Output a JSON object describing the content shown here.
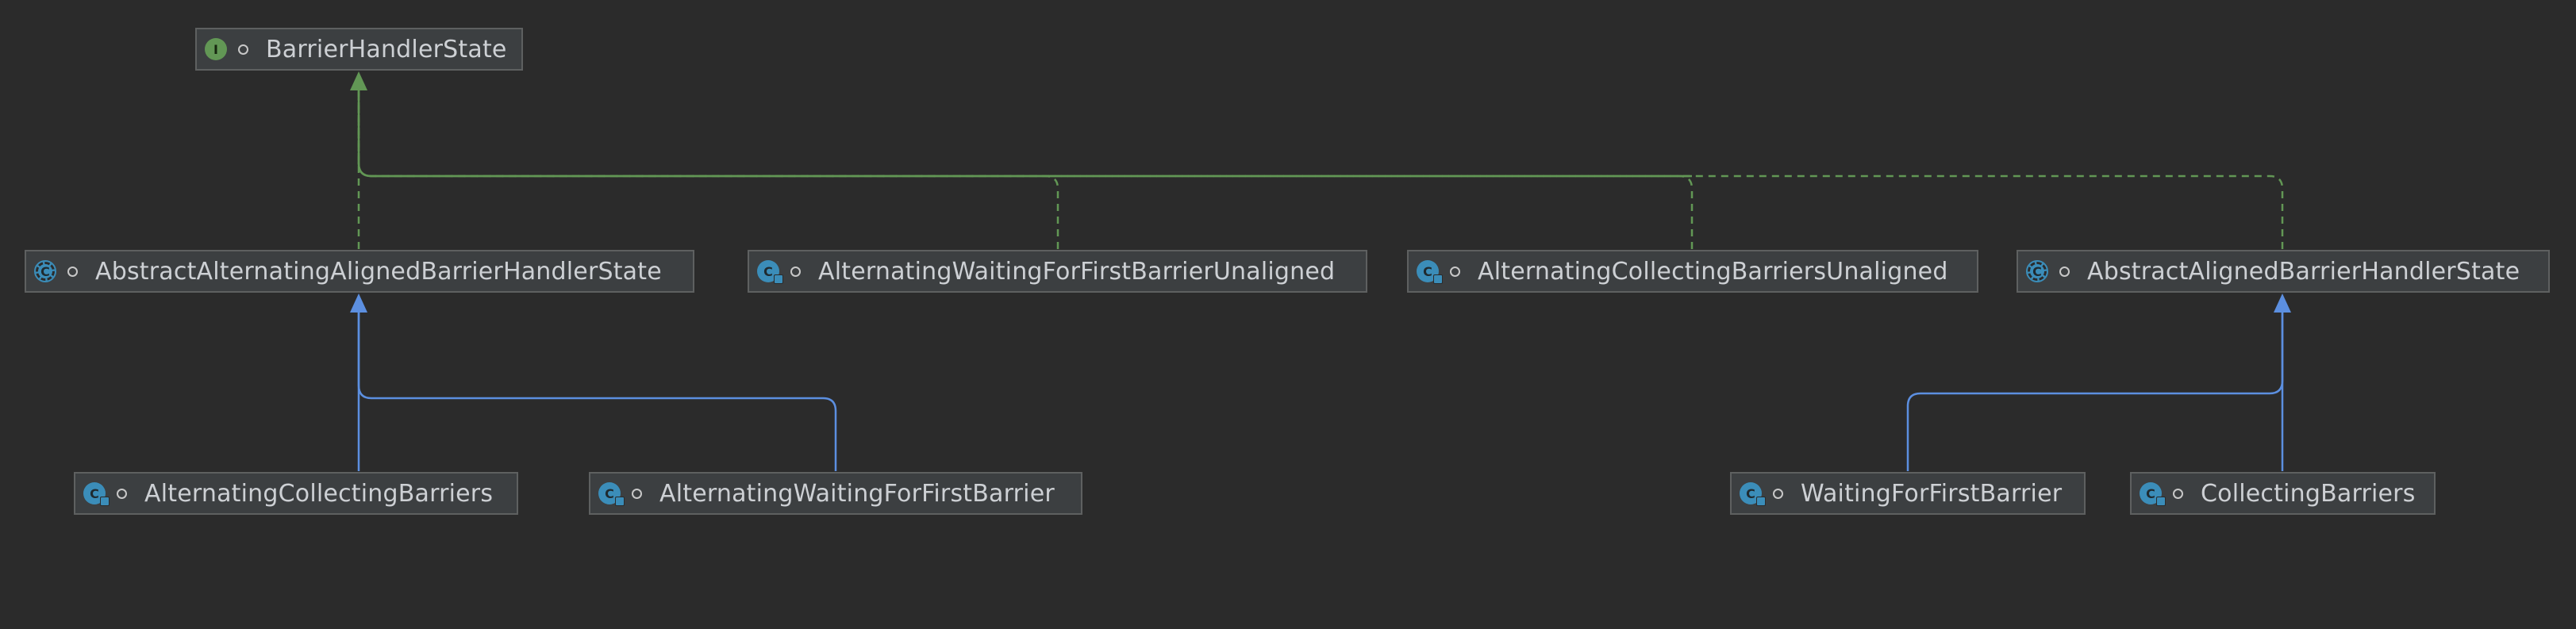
{
  "diagram": {
    "nodes": [
      {
        "id": "BarrierHandlerState",
        "label": "BarrierHandlerState",
        "kind": "interface",
        "icon": "interface-icon",
        "visibility": "package-private"
      },
      {
        "id": "AbstractAlternatingAlignedBarrierHandlerState",
        "label": "AbstractAlternatingAlignedBarrierHandlerState",
        "kind": "abstract-class",
        "icon": "abstract-class-icon",
        "visibility": "package-private"
      },
      {
        "id": "AlternatingWaitingForFirstBarrierUnaligned",
        "label": "AlternatingWaitingForFirstBarrierUnaligned",
        "kind": "class",
        "icon": "class-icon",
        "visibility": "package-private"
      },
      {
        "id": "AlternatingCollectingBarriersUnaligned",
        "label": "AlternatingCollectingBarriersUnaligned",
        "kind": "class",
        "icon": "class-icon",
        "visibility": "package-private"
      },
      {
        "id": "AbstractAlignedBarrierHandlerState",
        "label": "AbstractAlignedBarrierHandlerState",
        "kind": "abstract-class",
        "icon": "abstract-class-icon",
        "visibility": "package-private"
      },
      {
        "id": "AlternatingCollectingBarriers",
        "label": "AlternatingCollectingBarriers",
        "kind": "class",
        "icon": "class-icon",
        "visibility": "package-private"
      },
      {
        "id": "AlternatingWaitingForFirstBarrier",
        "label": "AlternatingWaitingForFirstBarrier",
        "kind": "class",
        "icon": "class-icon",
        "visibility": "package-private"
      },
      {
        "id": "WaitingForFirstBarrier",
        "label": "WaitingForFirstBarrier",
        "kind": "class",
        "icon": "class-icon",
        "visibility": "package-private"
      },
      {
        "id": "CollectingBarriers",
        "label": "CollectingBarriers",
        "kind": "class",
        "icon": "class-icon",
        "visibility": "package-private"
      }
    ],
    "edges": [
      {
        "from": "AbstractAlternatingAlignedBarrierHandlerState",
        "to": "BarrierHandlerState",
        "type": "implements"
      },
      {
        "from": "AlternatingWaitingForFirstBarrierUnaligned",
        "to": "BarrierHandlerState",
        "type": "implements"
      },
      {
        "from": "AlternatingCollectingBarriersUnaligned",
        "to": "BarrierHandlerState",
        "type": "implements"
      },
      {
        "from": "AbstractAlignedBarrierHandlerState",
        "to": "BarrierHandlerState",
        "type": "implements"
      },
      {
        "from": "AlternatingCollectingBarriers",
        "to": "AbstractAlternatingAlignedBarrierHandlerState",
        "type": "extends"
      },
      {
        "from": "AlternatingWaitingForFirstBarrier",
        "to": "AbstractAlternatingAlignedBarrierHandlerState",
        "type": "extends"
      },
      {
        "from": "WaitingForFirstBarrier",
        "to": "AbstractAlignedBarrierHandlerState",
        "type": "extends"
      },
      {
        "from": "CollectingBarriers",
        "to": "AbstractAlignedBarrierHandlerState",
        "type": "extends"
      }
    ],
    "colors": {
      "background": "#2b2b2b",
      "node_fill": "#3c3f41",
      "node_border": "#5e6060",
      "label_text": "#cdd0d4",
      "implements_edge": "#629755",
      "extends_edge": "#5c8fe0",
      "interface_icon": "#629755",
      "class_icon": "#3b8db9"
    }
  }
}
